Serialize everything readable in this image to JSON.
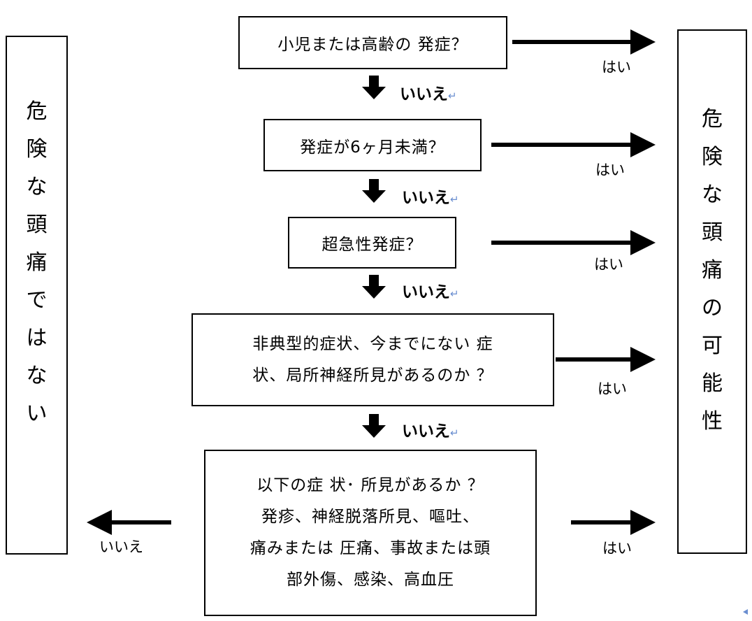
{
  "left_box": {
    "chars": [
      "危",
      "険",
      "な",
      "頭",
      "痛",
      "で",
      "は",
      "な",
      "い"
    ]
  },
  "right_box": {
    "chars": [
      "危",
      "険",
      "な",
      "頭",
      "痛",
      "の",
      "可",
      "能",
      "性"
    ]
  },
  "q1": {
    "text": "小児または高齢の 発症？"
  },
  "q2": {
    "text": "発症が6ヶ月未満？"
  },
  "q3": {
    "text": "超急性発症？"
  },
  "q4": {
    "lines": [
      "非典型的症状、今までにない 症",
      "状、局所神経所見があるのか ？"
    ]
  },
  "q5": {
    "lines": [
      "以下の症 状･ 所見があるか ？",
      "発疹、神経脱落所見、嘔吐、",
      "痛みまたは 圧痛、事故または頭",
      "部外傷、感染、高血圧"
    ]
  },
  "yes_label": "はい",
  "no_label": "いいえ",
  "no_bold_label": "いいえ",
  "return_mark": "↵"
}
